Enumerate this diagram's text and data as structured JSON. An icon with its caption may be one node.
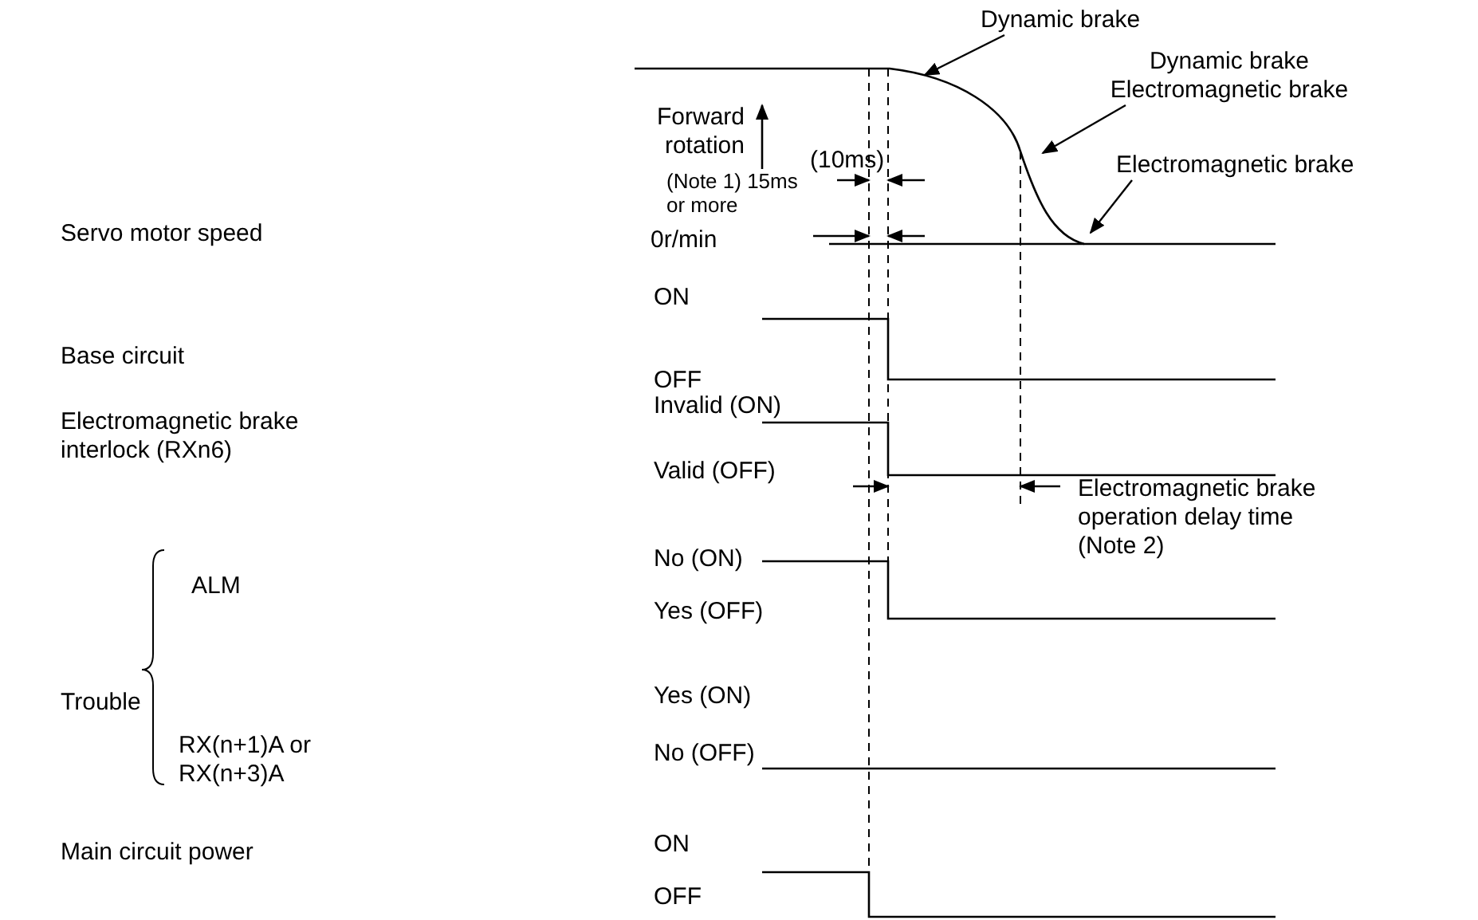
{
  "diagram": {
    "nodes": [
      {
        "text": [
          "Dynamic brake"
        ]
      },
      {
        "text": [
          "Dynamic brake Electromagnetic brake"
        ]
      },
      {
        "text": [
          "Electromagnetic brake"
        ]
      }
    ],
    "edges": [
      {
        "from": 0,
        "to": null,
        "arrow": "to"
      },
      {
        "from": 1,
        "to": null,
        "arrow": "to"
      },
      {
        "from": 2,
        "to": null,
        "arrow": "to"
      }
    ],
    "labels": [
      "Forward rotation",
      "(10ms)",
      "(Note 1) 15ms or more",
      "Servo motor speed",
      "0r/min",
      "ON",
      "Base circuit",
      "OFF",
      "Invalid (ON)",
      "Electromagnetic brake interlock (RXn6)",
      "Valid (OFF)",
      "Electromagnetic brake operation delay time (Note 2)",
      "No (ON)",
      "ALM",
      "Yes (OFF)",
      "Trouble",
      "Yes (ON)",
      "RX(n+1)A or RX(n+3)A",
      "No (OFF)",
      "Main circuit power",
      "ON",
      "OFF"
    ]
  }
}
